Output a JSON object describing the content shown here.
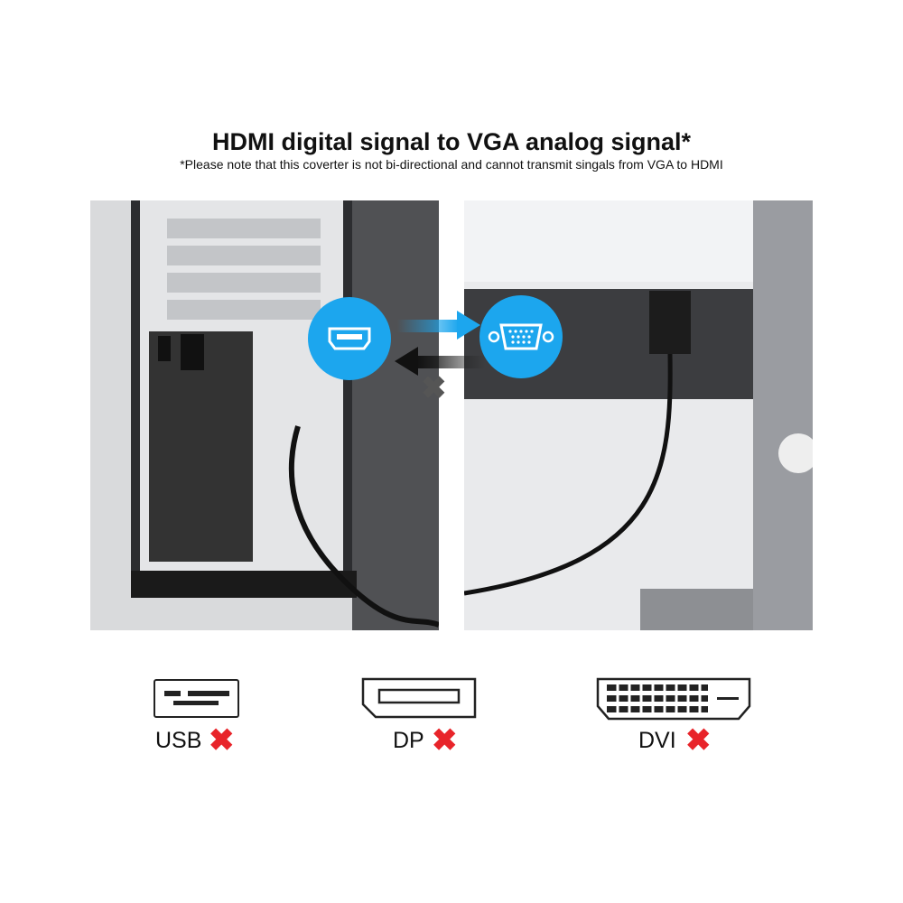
{
  "header": {
    "title": "HDMI digital signal to VGA analog signal*",
    "note": "*Please note that this coverter is not bi-directional and cannot transmit singals from VGA to HDMI"
  },
  "diagram": {
    "source_port": "HDMI",
    "target_port": "VGA",
    "forward_arrow_color": "#1ca6ee",
    "reverse_blocked": true
  },
  "unsupported": [
    {
      "label": "USB",
      "mark": "✖"
    },
    {
      "label": "DP",
      "mark": "✖"
    },
    {
      "label": "DVI",
      "mark": "✖"
    }
  ],
  "colors": {
    "accent": "#1ca6ee",
    "cross": "#e8242a"
  }
}
